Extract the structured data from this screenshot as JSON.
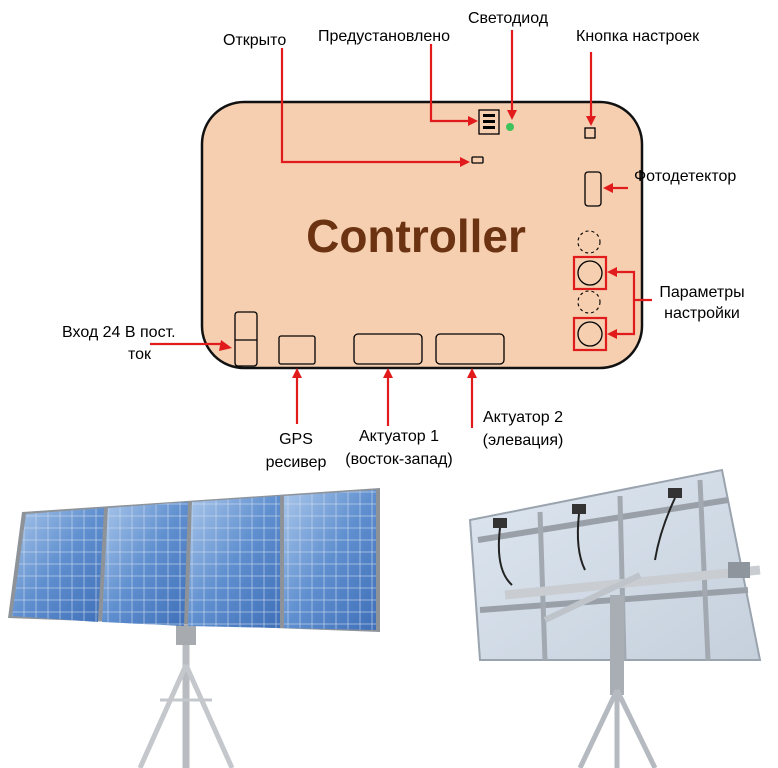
{
  "controller": {
    "title": "Controller",
    "body_color": "#f5cfb0",
    "title_color": "#6b3312",
    "arrow_color": "#e11b1b",
    "led_color": "#3ec25a"
  },
  "labels": {
    "open": "Открыто",
    "preset": "Предустановлено",
    "led": "Светодиод",
    "settings_button": "Кнопка настроек",
    "photodetector": "Фотодетектор",
    "params_line1": "Параметры",
    "params_line2": "настройки",
    "power_line1": "Вход 24 В пост.",
    "power_line2": "ток",
    "gps_line1": "GPS",
    "gps_line2": "ресивер",
    "act1_line1": "Актуатор 1",
    "act1_line2": "(восток-запад)",
    "act2_line1": "Актуатор 2",
    "act2_line2": "(элевация)"
  },
  "photos": {
    "front": "solar-tracker-front-photo",
    "back": "solar-tracker-back-photo"
  }
}
